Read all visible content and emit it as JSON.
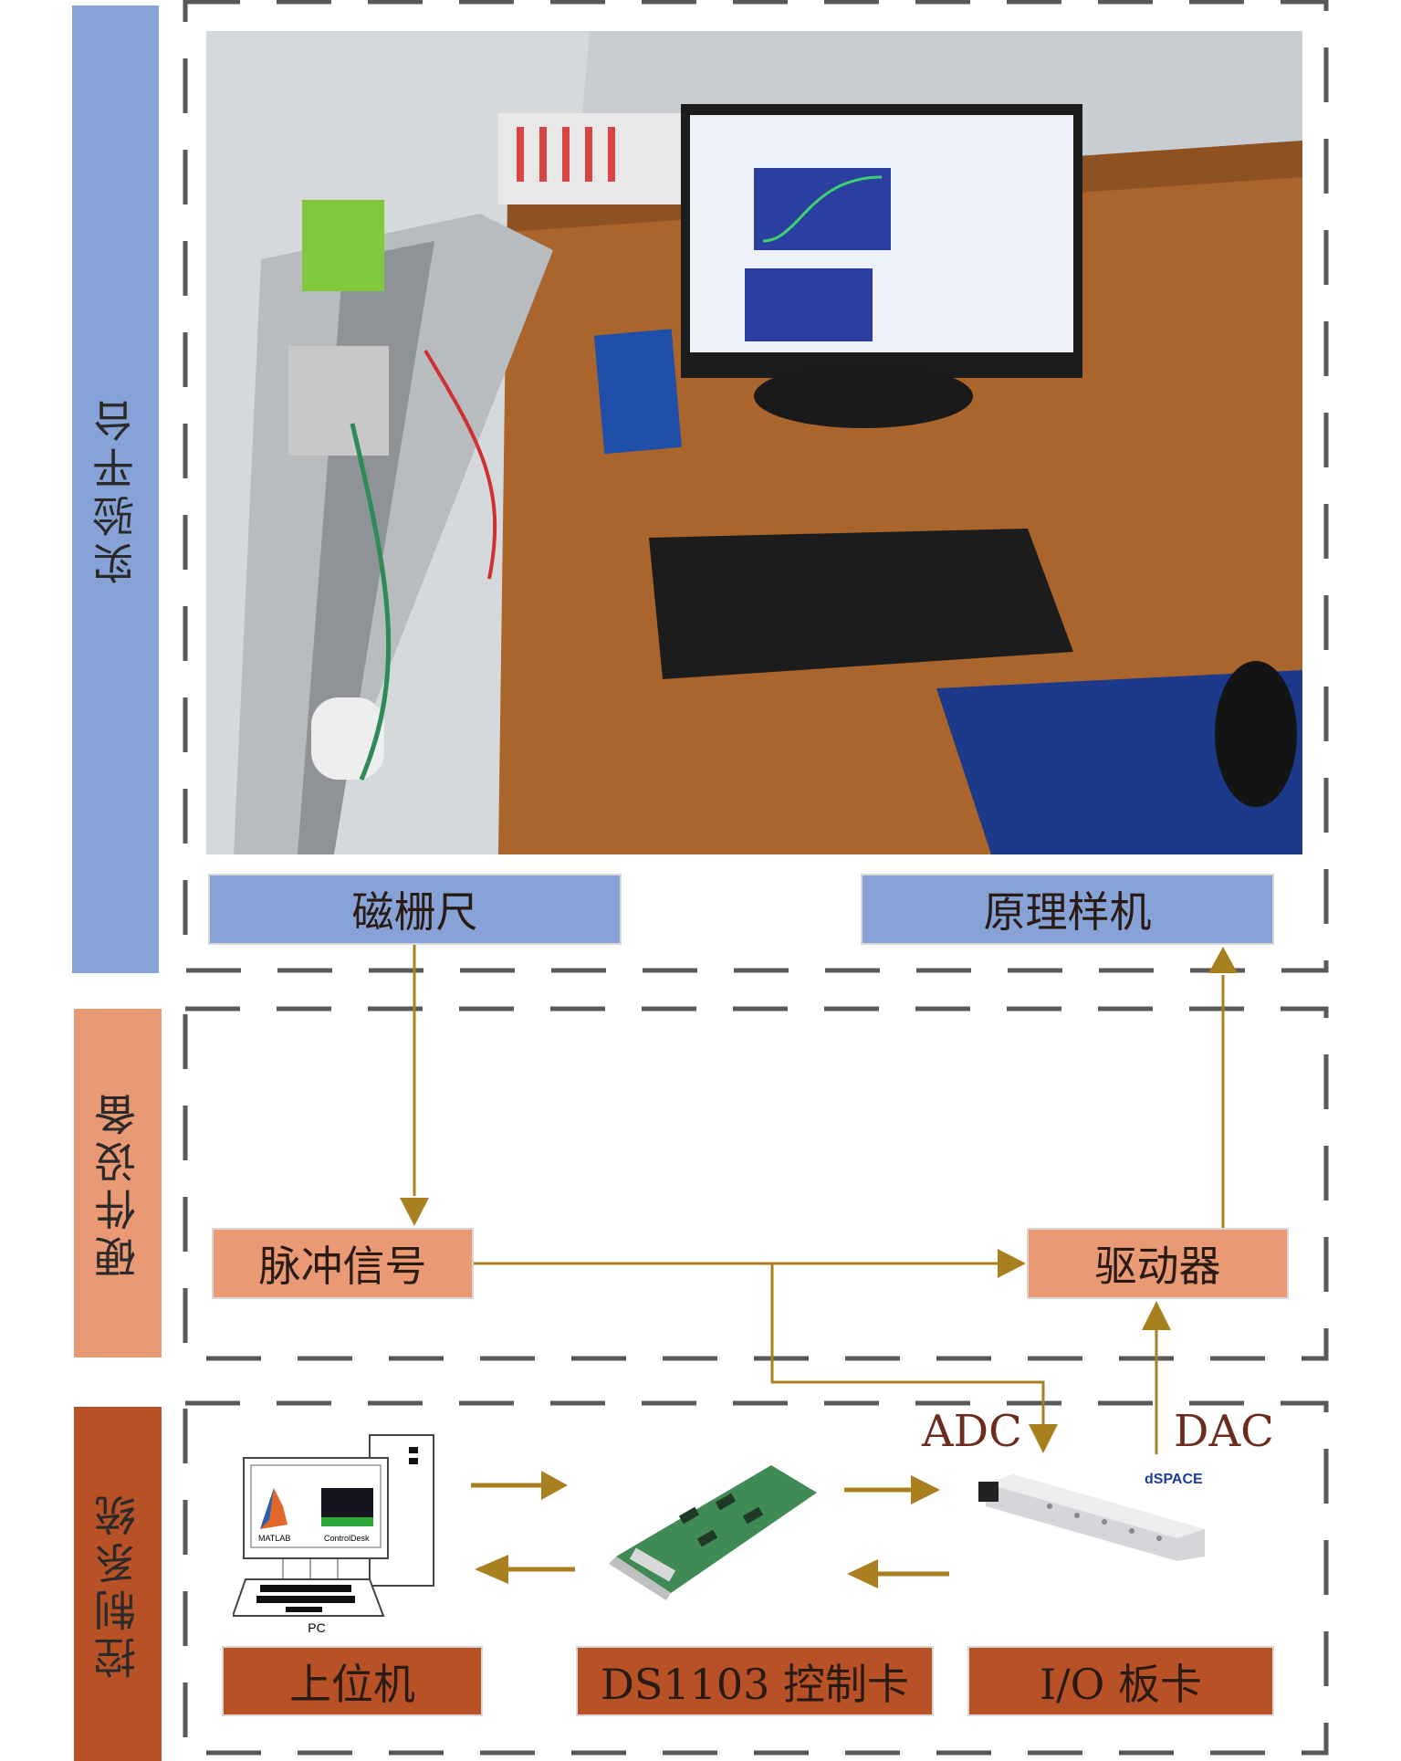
{
  "sections": {
    "platform": {
      "label": "实验平台",
      "color": "#87a2d6"
    },
    "hardware": {
      "label": "硬件设备",
      "color": "#e99a74"
    },
    "control": {
      "label": "控制系统",
      "color": "#b85226"
    }
  },
  "nodes": {
    "magnetic_scale": "磁栅尺",
    "prototype": "原理样机",
    "pulse_signal": "脉冲信号",
    "driver": "驱动器",
    "host_pc": "上位机",
    "control_card": "DS1103 控制卡",
    "io_board": "I/O 板卡"
  },
  "signals": {
    "adc": "ADC",
    "dac": "DAC"
  },
  "pc_illustration": {
    "app1": "MATLAB",
    "app2": "ControlDesk",
    "caption": "PC"
  },
  "io_brand": "dSPACE",
  "colors": {
    "arrow": "#a8801f",
    "dash": "#595959"
  }
}
